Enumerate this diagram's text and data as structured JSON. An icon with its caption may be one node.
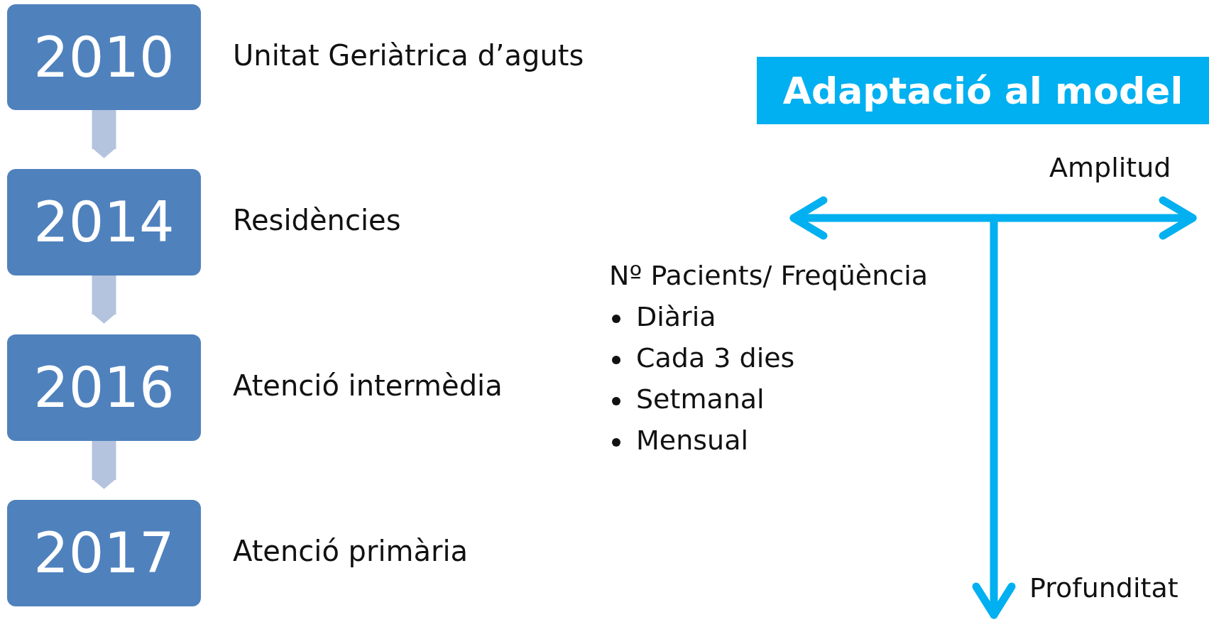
{
  "diagram": {
    "nodes": [
      {
        "text": [
          "2010"
        ],
        "beside": [
          "Unitat Geriàtrica d’aguts"
        ]
      },
      {
        "text": [
          "2014"
        ],
        "beside": [
          "Residències"
        ]
      },
      {
        "text": [
          "2016"
        ],
        "beside": [
          "Atenció intermèdia"
        ]
      },
      {
        "text": [
          "2017"
        ],
        "beside": [
          "Atenció primària"
        ]
      },
      {
        "text": [
          "Adaptació al model"
        ]
      }
    ],
    "edges": [
      {
        "from": 0,
        "to": 1,
        "arrow": "to"
      },
      {
        "from": 1,
        "to": 2,
        "arrow": "to"
      },
      {
        "from": 2,
        "to": 3,
        "arrow": "to"
      }
    ],
    "labels": [
      "Amplitud",
      "Nº Pacients/ Freqüència",
      "Diària",
      "Cada 3 dies",
      "Setmanal",
      "Mensual",
      "Profunditat"
    ]
  }
}
